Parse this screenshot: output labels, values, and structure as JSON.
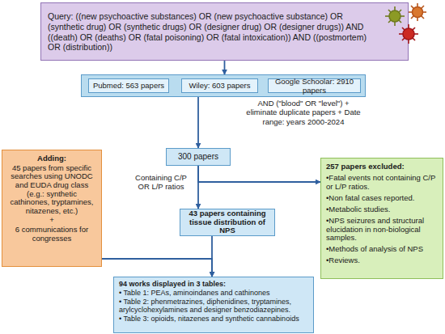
{
  "diagram": {
    "nodes": [
      {
        "text": [
          "Query: ((new psychoactive substances) OR (new psychoactive substance) OR (synthetic drug) OR (synthetic drugs) OR (designer drug) OR (designer drugs)) AND ((death) OR (deaths) OR (fatal poisoning) OR (fatal intoxication)) AND ((postmortem) OR (distribution))"
        ]
      },
      {
        "text": []
      },
      {
        "text": [
          "Pubmed: 563 papers"
        ],
        "in": 1
      },
      {
        "text": [
          "Wiley: 603 papers"
        ],
        "in": 1
      },
      {
        "text": [
          "Google Schoolar: 2910 papers"
        ],
        "in": 1
      },
      {
        "text": [
          "300 papers"
        ]
      },
      {
        "text": [
          "43 papers containing tissue distribution of NPS"
        ]
      },
      {
        "text": [
          "257 papers excluded:",
          "•Fatal events not containing C/P or L/P ratios.",
          "•Non fatal cases reported.",
          "•Metabolic studies.",
          "•NPS seizures and structural elucidation in non-biological samples.",
          "•Methods of analysis of NPS",
          "•Reviews."
        ]
      },
      {
        "text": [
          "Adding:",
          "45 papers from specific searches using UNODC and EUDA drug class (e.g.: synthetic cathinones, tryptamines, nitazenes, etc.)",
          "+",
          "6 communications for congresses"
        ]
      },
      {
        "text": [
          "94 works displayed in 3 tables:",
          "• Table 1: PEAs, aminoindanes and cathinones",
          "• Table 2: phenmetrazines, diphenidines, tryptamines, arylcyclohexylamines and designer benzodiazepines.",
          "• Table 3: opioids, nitazenes and synthetic cannabinoids"
        ]
      }
    ],
    "edges": [
      {
        "from": 0,
        "to": 1,
        "arrow": "to"
      },
      {
        "from": 1,
        "to": 5,
        "label": "AND (\"blood\" OR \"level\") + eliminate duplicate papers + Date range: years 2000-2024",
        "arrow": "to"
      },
      {
        "from": 5,
        "to": 6,
        "label": "Containing C/P OR L/P ratios",
        "arrow": "to"
      },
      {
        "from": 5,
        "to": 7,
        "arrow": "to"
      },
      {
        "from": 8,
        "to": 9,
        "arrow": "to"
      },
      {
        "from": 6,
        "to": 9,
        "arrow": "to"
      }
    ]
  }
}
